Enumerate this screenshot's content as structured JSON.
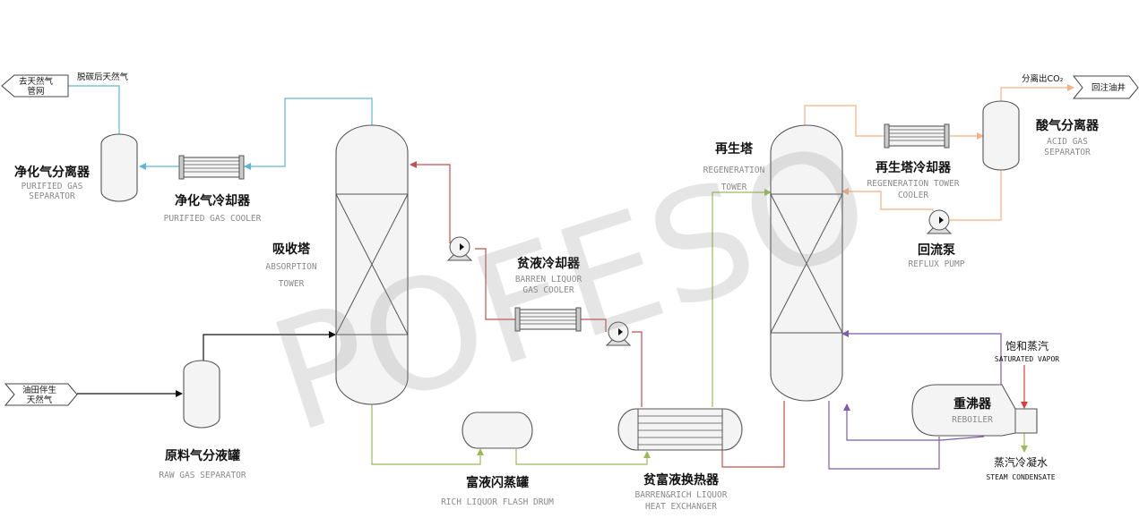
{
  "watermark": "POFESO",
  "colors": {
    "blue": "#5fb6d6",
    "black": "#111111",
    "red": "#c0504d",
    "green": "#9bbb59",
    "orange": "#f4b183",
    "purple": "#7f5ca8",
    "brightred": "#e53935"
  },
  "streams": {
    "to_pipeline": "去天然气\n管网",
    "decarb_gas": "脱碳后天然气",
    "co2_out": "分离出CO₂",
    "reinject": "回注油井",
    "raw_gas": "油田伴生\n天然气",
    "sat_vapor_cn": "饱和蒸汽",
    "sat_vapor_en": "SATURATED VAPOR",
    "condensate_cn": "蒸汽冷凝水",
    "condensate_en": "STEAM CONDENSATE"
  },
  "equipment": {
    "purified_sep": {
      "cn": "净化气分离器",
      "en": "PURIFIED GAS\nSEPARATOR"
    },
    "purified_cooler": {
      "cn": "净化气冷却器",
      "en": "PURIFIED GAS COOLER"
    },
    "absorber": {
      "cn": "吸收塔",
      "en": "ABSORPTION\nTOWER"
    },
    "barren_cooler": {
      "cn": "贫液冷却器",
      "en": "BARREN LIQUOR\nGAS COOLER"
    },
    "raw_sep": {
      "cn": "原料气分液罐",
      "en": "RAW GAS SEPARATOR"
    },
    "flash_drum": {
      "cn": "富液闪蒸罐",
      "en": "RICH LIQUOR FLASH DRUM"
    },
    "heat_exchanger": {
      "cn": "贫富液换热器",
      "en": "BARREN&RICH LIQUOR\nHEAT EXCHANGER"
    },
    "regenerator": {
      "cn": "再生塔",
      "en": "REGENERATION\nTOWER"
    },
    "regen_cooler": {
      "cn": "再生塔冷却器",
      "en": "REGENERATION TOWER\nCOOLER"
    },
    "acid_sep": {
      "cn": "酸气分离器",
      "en": "ACID GAS\nSEPARATOR"
    },
    "reflux_pump": {
      "cn": "回流泵",
      "en": "REFLUX PUMP"
    },
    "reboiler": {
      "cn": "重沸器",
      "en": "REBOILER"
    }
  }
}
